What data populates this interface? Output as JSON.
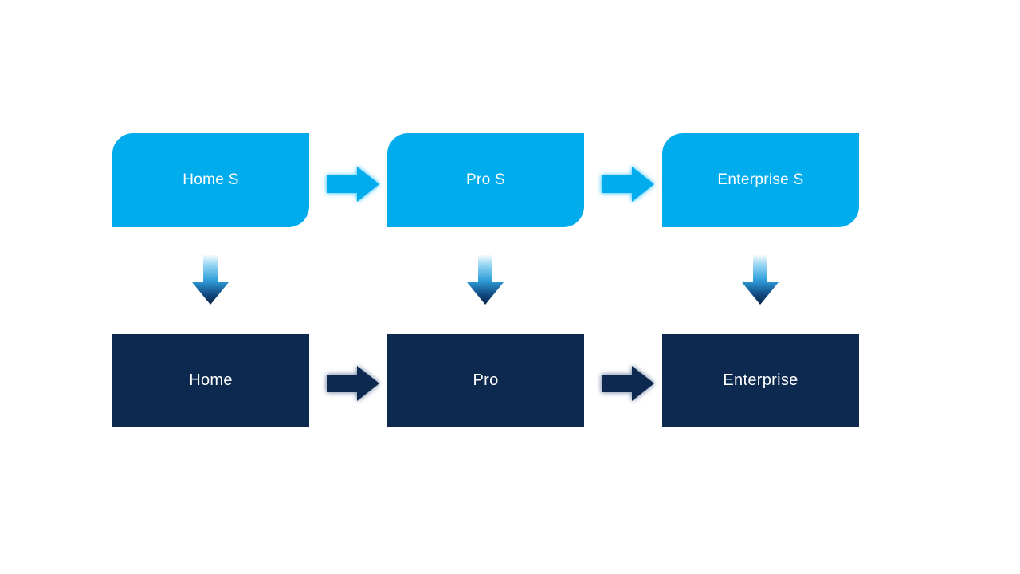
{
  "diagram": {
    "title": "edition-upgrade-flow",
    "top_row": [
      {
        "label": "Home S"
      },
      {
        "label": "Pro S"
      },
      {
        "label": "Enterprise S"
      }
    ],
    "bottom_row": [
      {
        "label": "Home"
      },
      {
        "label": "Pro"
      },
      {
        "label": "Enterprise"
      }
    ]
  },
  "colors": {
    "background": "#FFFFFF",
    "light_blue": "#00ACEC",
    "dark_navy": "#0E2950",
    "label_text": "#FFFFFF",
    "glow_light": "rgba(64,196,255,0.65)",
    "glow_dark": "rgba(110,130,160,0.60)",
    "grad_top": "#F4FAFE",
    "grad_high": "#8FD2F1",
    "grad_mid": "#2E9CD9",
    "grad_low": "#11497F",
    "grad_bottom": "#0A2348"
  }
}
